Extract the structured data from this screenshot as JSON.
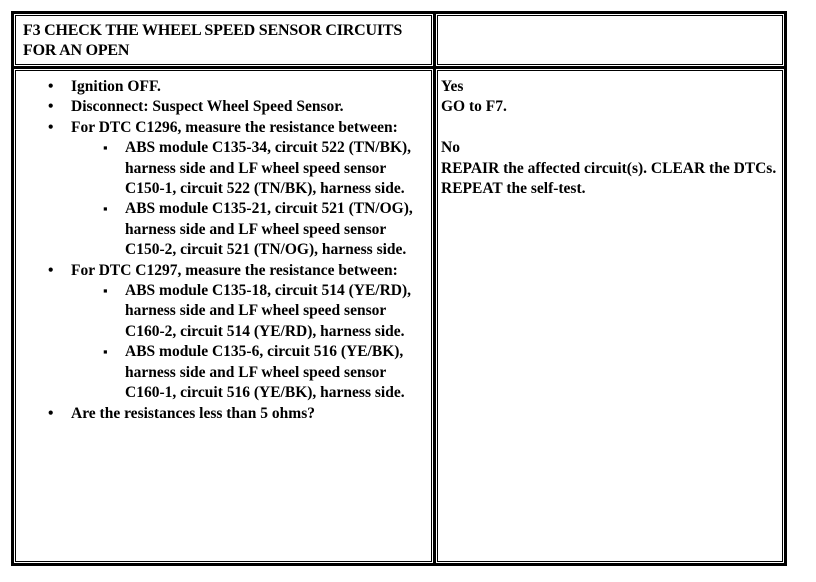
{
  "header": {
    "step_title": "F3 CHECK THE WHEEL SPEED SENSOR CIRCUITS FOR AN OPEN",
    "right_header": ""
  },
  "procedure": {
    "items": [
      {
        "text": "Ignition OFF."
      },
      {
        "text": "Disconnect: Suspect Wheel Speed Sensor."
      },
      {
        "text": "For DTC C1296, measure the resistance between:",
        "sub": [
          "ABS module C135-34, circuit 522 (TN/BK), harness side and LF wheel speed sensor C150-1, circuit 522 (TN/BK), harness side.",
          "ABS module C135-21, circuit 521 (TN/OG), harness side and LF wheel speed sensor C150-2, circuit 521 (TN/OG), harness side."
        ]
      },
      {
        "text": "For DTC C1297, measure the resistance between:",
        "sub": [
          "ABS module C135-18, circuit 514 (YE/RD), harness side and LF wheel speed sensor C160-2, circuit 514 (YE/RD), harness side.",
          "ABS module C135-6, circuit 516 (YE/BK), harness side and LF wheel speed sensor C160-1, circuit 516 (YE/BK), harness side."
        ]
      },
      {
        "text": "Are the resistances less than 5 ohms?"
      }
    ]
  },
  "answers": {
    "yes_label": "Yes",
    "yes_action": "GO to F7.",
    "no_label": "No",
    "no_action": "REPAIR the affected circuit(s). CLEAR the DTCs. REPEAT the self-test."
  }
}
